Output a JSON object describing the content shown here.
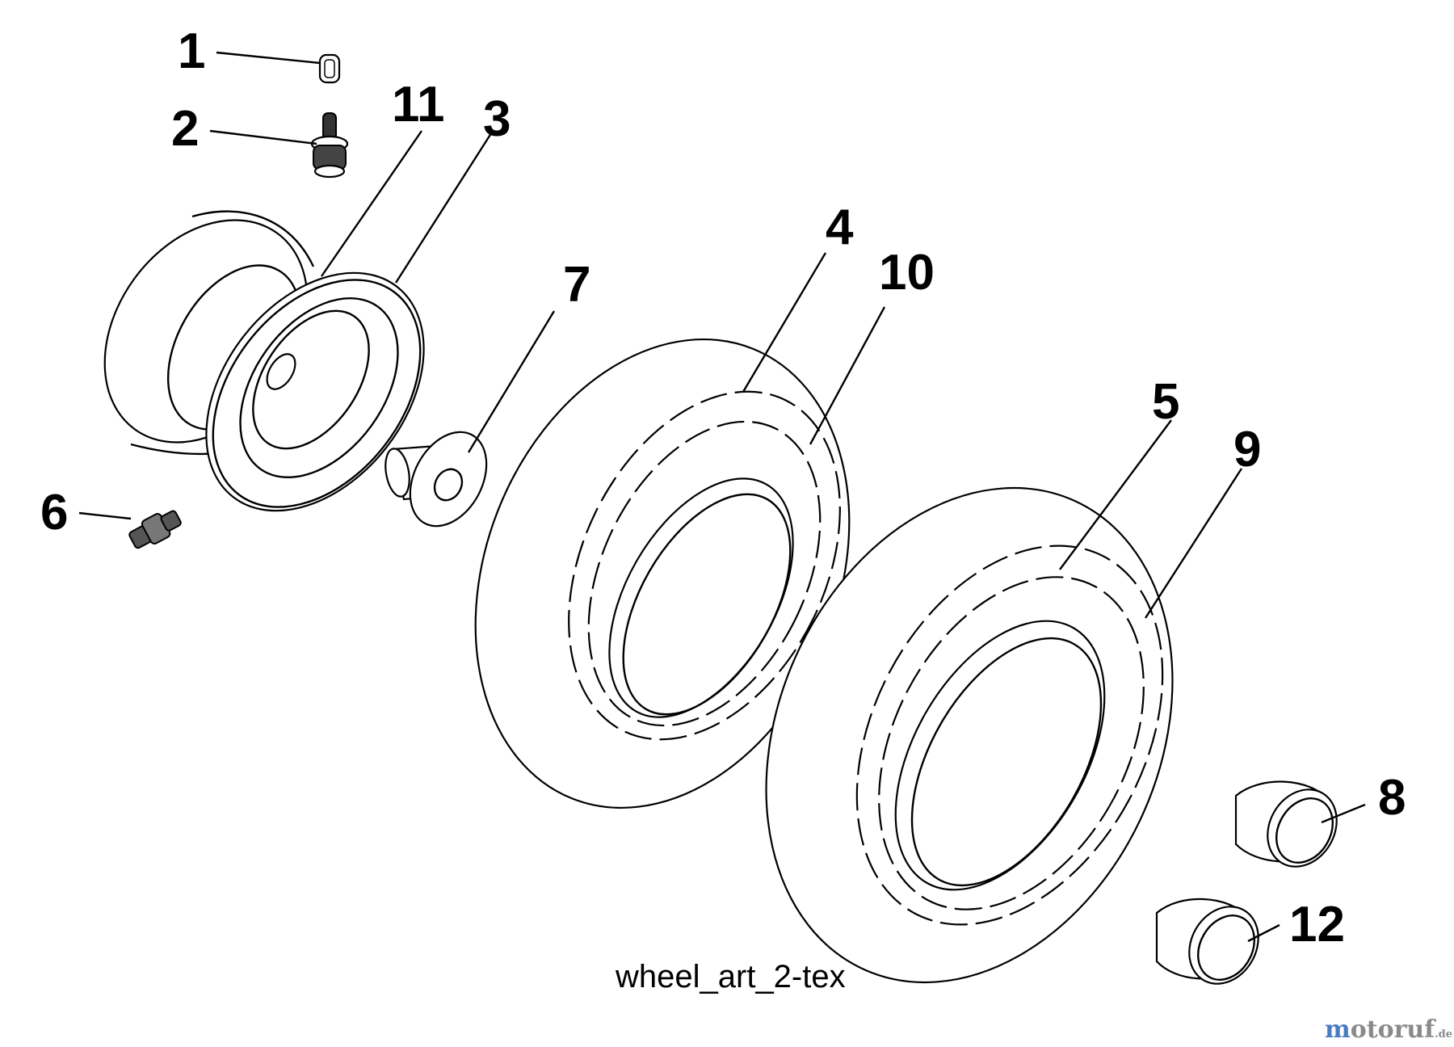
{
  "callouts": [
    "1",
    "2",
    "3",
    "4",
    "5",
    "6",
    "7",
    "8",
    "9",
    "10",
    "11",
    "12"
  ],
  "caption": "wheel_art_2-tex",
  "watermark": {
    "main": "motoruf",
    "suffix": ".de"
  },
  "colors": {
    "line": "#000000",
    "background": "#ffffff",
    "watermark_m": "#4a7bbf",
    "watermark_text": "#8a8a8a"
  }
}
